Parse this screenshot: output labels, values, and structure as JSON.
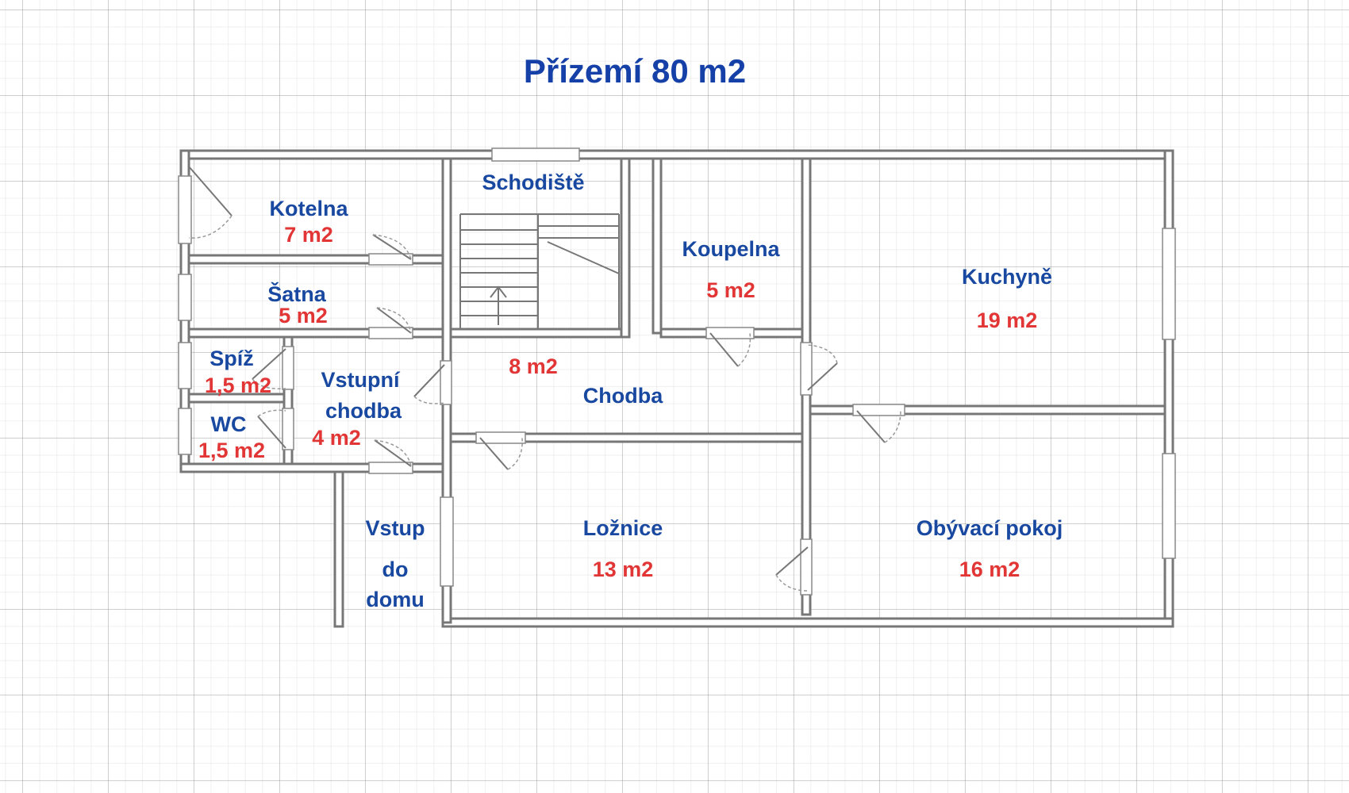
{
  "title": "Přízemí 80 m2",
  "rooms": {
    "kotelna": {
      "name": "Kotelna",
      "area": "7 m2"
    },
    "satna": {
      "name": "Šatna",
      "area": "5 m2"
    },
    "spiz": {
      "name": "Spíž",
      "area": "1,5 m2"
    },
    "wc": {
      "name": "WC",
      "area": "1,5 m2"
    },
    "vstupni": {
      "name1": "Vstupní",
      "name2": "chodba",
      "area": "4 m2"
    },
    "schodiste": {
      "name": "Schodiště"
    },
    "chodba": {
      "name": "Chodba",
      "area": "8 m2"
    },
    "koupelna": {
      "name": "Koupelna",
      "area": "5 m2"
    },
    "kuchyne": {
      "name": "Kuchyně",
      "area": "19 m2"
    },
    "loznice": {
      "name": "Ložnice",
      "area": "13 m2"
    },
    "obyvaci": {
      "name": "Obývací pokoj",
      "area": "16 m2"
    }
  },
  "entrance": {
    "line1": "Vstup",
    "line2": "do",
    "line3": "domu"
  },
  "colors": {
    "room_name": "#1848a0",
    "room_area": "#e23535",
    "title": "#1440a8",
    "wall": "#7a7a7a"
  }
}
